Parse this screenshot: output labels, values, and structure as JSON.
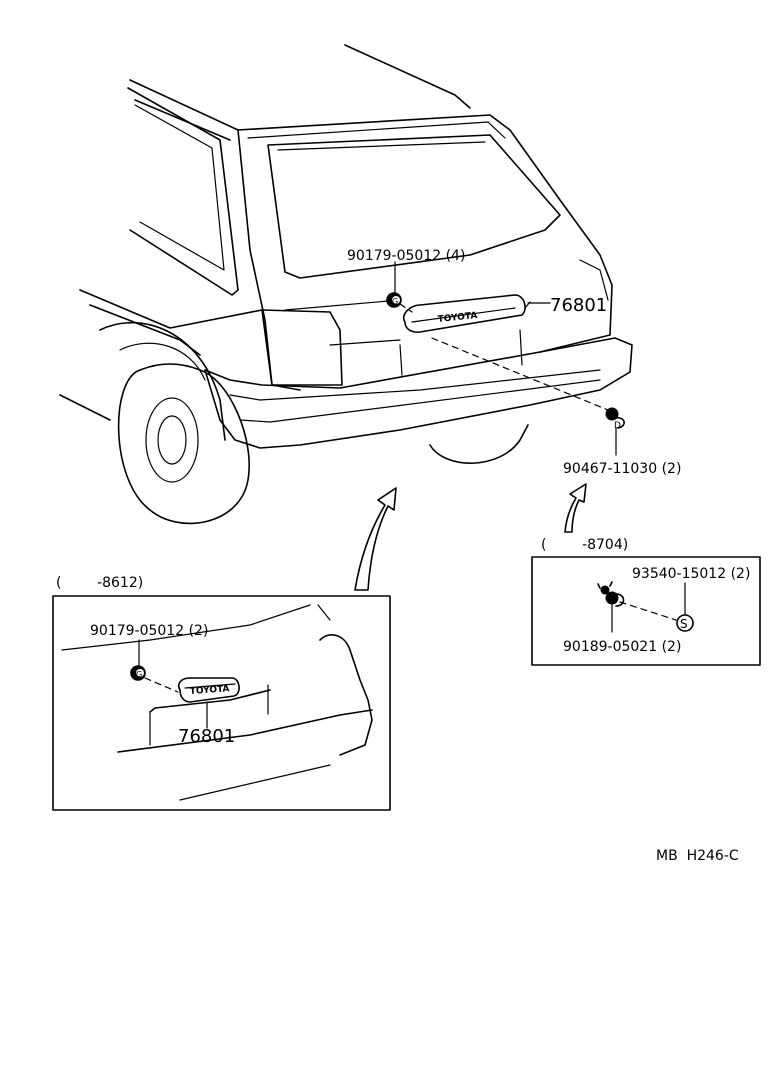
{
  "labels": {
    "main_nut": "90179-05012 (4)",
    "main_emblem": "76801",
    "main_clip": "90467-11030 (2)",
    "left_range": "(        -8612)",
    "left_nut": "90179-05012 (2)",
    "left_emblem": "76801",
    "right_range": "(        -8704)",
    "right_screw": "93540-15012 (2)",
    "right_nut": "90189-05021 (2)",
    "code": "MB  H246-C"
  },
  "emblem_text": "TOYOTA",
  "markers": {
    "g": "G",
    "s": "S",
    "d": "D"
  }
}
